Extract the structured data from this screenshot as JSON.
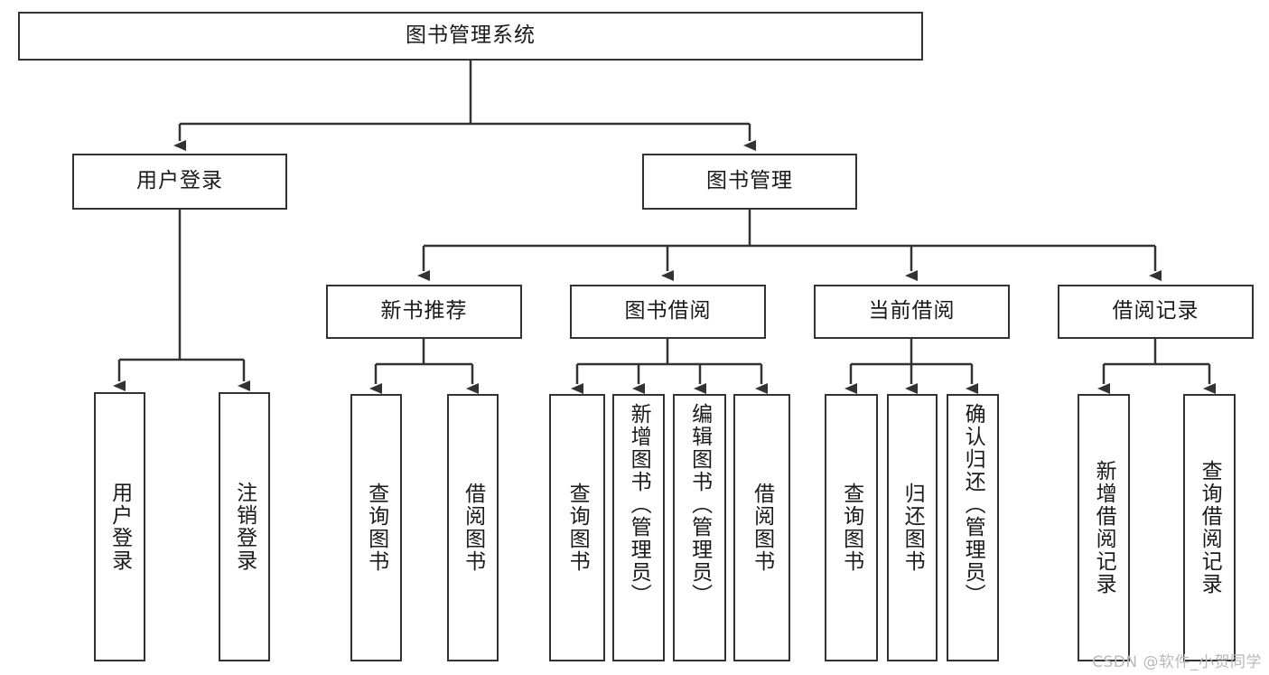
{
  "diagram": {
    "title": "图书管理系统",
    "type": "tree-hierarchy-chart",
    "watermark": "CSDN @软件_小贺同学",
    "accent_colors": {
      "box_border": "#333333",
      "box_fill": "#ffffff",
      "edge": "#333333",
      "text": "#1a1a1a",
      "watermark": "#b9b9b9"
    },
    "nodes": {
      "root": {
        "label": "图书管理系统",
        "orientation": "horizontal"
      },
      "level2": [
        {
          "label": "用户登录",
          "orientation": "horizontal"
        },
        {
          "label": "图书管理",
          "orientation": "horizontal"
        }
      ],
      "level3": [
        {
          "label": "新书推荐",
          "orientation": "horizontal"
        },
        {
          "label": "图书借阅",
          "orientation": "horizontal"
        },
        {
          "label": "当前借阅",
          "orientation": "horizontal"
        },
        {
          "label": "借阅记录",
          "orientation": "horizontal"
        }
      ],
      "leaves_user_login": [
        {
          "label": "用户登录",
          "orientation": "vertical"
        },
        {
          "label": "注销登录",
          "orientation": "vertical"
        }
      ],
      "leaves_new_book": [
        {
          "label": "查询图书",
          "orientation": "vertical"
        },
        {
          "label": "借阅图书",
          "orientation": "vertical"
        }
      ],
      "leaves_borrow": [
        {
          "label": "查询图书",
          "orientation": "vertical"
        },
        {
          "label": "新增图书（管理员）",
          "orientation": "vertical"
        },
        {
          "label": "编辑图书（管理员）",
          "orientation": "vertical"
        },
        {
          "label": "借阅图书",
          "orientation": "vertical"
        }
      ],
      "leaves_current": [
        {
          "label": "查询图书",
          "orientation": "vertical"
        },
        {
          "label": "归还图书",
          "orientation": "vertical"
        },
        {
          "label": "确认归还（管理员）",
          "orientation": "vertical"
        }
      ],
      "leaves_records": [
        {
          "label": "新增借阅记录",
          "orientation": "vertical"
        },
        {
          "label": "查询借阅记录",
          "orientation": "vertical"
        }
      ]
    }
  }
}
